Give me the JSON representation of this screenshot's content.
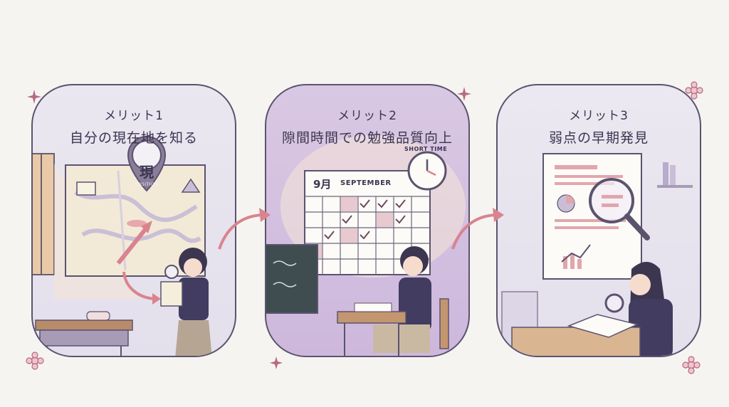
{
  "panels": [
    {
      "merit": "メリット1",
      "title": "自分の現在地を知る",
      "pin_label": "現",
      "pin_sub": "POSITION"
    },
    {
      "merit": "メリット2",
      "title": "隙間時間での勉強品質向上",
      "calendar_month": "9月",
      "calendar_name": "SEPTEMBER",
      "clock_label": "SHORT TIME"
    },
    {
      "merit": "メリット3",
      "title": "弱点の早期発見"
    }
  ],
  "colors": {
    "outline": "#5b536e",
    "accent_pink": "#d9838f",
    "panel2_bg": "#d3bfe0"
  }
}
